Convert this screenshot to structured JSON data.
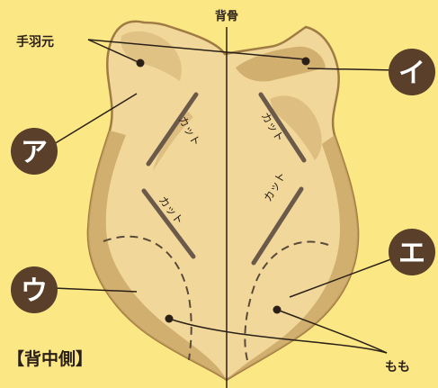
{
  "labels": {
    "spine": "背骨",
    "wing_root": "手羽元",
    "cut": "カット",
    "thigh": "もも",
    "view": "【背中側】"
  },
  "markers": {
    "a": "ア",
    "i": "イ",
    "u": "ウ",
    "e": "エ"
  },
  "colors": {
    "background": "#fbe783",
    "body_fill": "#f1d89a",
    "shade": "#c9a564",
    "outline": "#8a6a3c",
    "cut_line": "#6b5a4a",
    "marker": "#5a3f2a"
  }
}
